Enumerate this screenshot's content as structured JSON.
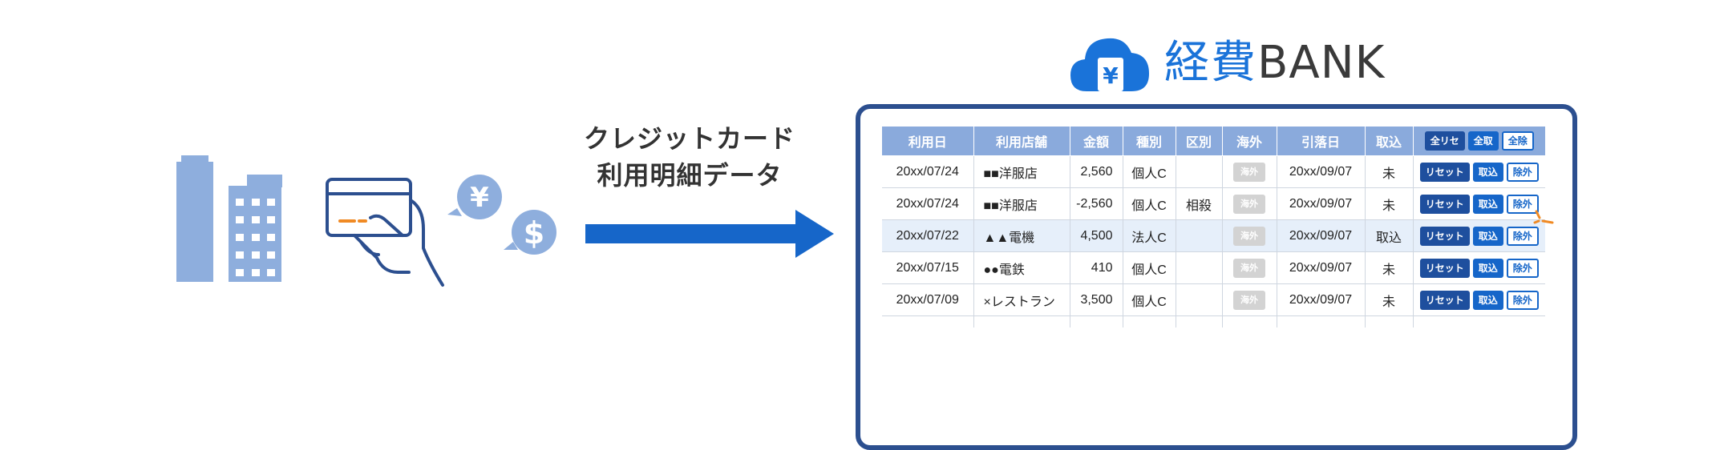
{
  "caption": {
    "line1": "クレジットカード",
    "line2": "利用明細データ"
  },
  "illustration": {
    "building_icon": "building-icon",
    "card_icon": "credit-card-in-hand-icon",
    "yen_icon": "yen-bubble-icon",
    "dollar_icon": "dollar-bubble-icon",
    "yen_glyph": "¥",
    "dollar_glyph": "$"
  },
  "arrow": {
    "icon": "right-arrow-icon",
    "color": "#1666c9"
  },
  "logo": {
    "icon": "yen-cloud-icon",
    "yen_glyph": "¥",
    "name_jp": "経費",
    "name_en": "BANK",
    "color": "#1a73d9"
  },
  "ledger": {
    "headers": {
      "date": "利用日",
      "store": "利用店舗",
      "amount": "金額",
      "type": "種別",
      "category": "区別",
      "overseas": "海外",
      "debit_date": "引落日",
      "import": "取込",
      "h_btn_reset_all": "全リセ",
      "h_btn_import_all": "全取",
      "h_btn_exclude_all": "全除"
    },
    "row_buttons": {
      "overseas": "海外",
      "reset": "リセット",
      "import": "取込",
      "exclude": "除外"
    },
    "rows": [
      {
        "date": "20xx/07/24",
        "store": "■■洋服店",
        "amount": "2,560",
        "type": "個人C",
        "category": "",
        "debit_date": "20xx/09/07",
        "import": "未"
      },
      {
        "date": "20xx/07/24",
        "store": "■■洋服店",
        "amount": "-2,560",
        "type": "個人C",
        "category": "相殺",
        "debit_date": "20xx/09/07",
        "import": "未"
      },
      {
        "date": "20xx/07/22",
        "store": "▲▲電機",
        "amount": "4,500",
        "type": "法人C",
        "category": "",
        "debit_date": "20xx/09/07",
        "import": "取込"
      },
      {
        "date": "20xx/07/15",
        "store": "●●電鉄",
        "amount": "410",
        "type": "個人C",
        "category": "",
        "debit_date": "20xx/09/07",
        "import": "未"
      },
      {
        "date": "20xx/07/09",
        "store": "×レストラン",
        "amount": "3,500",
        "type": "個人C",
        "category": "",
        "debit_date": "20xx/09/07",
        "import": "未"
      }
    ],
    "selected_row_color": "#e6effa",
    "header_color": "#8aaadc"
  }
}
